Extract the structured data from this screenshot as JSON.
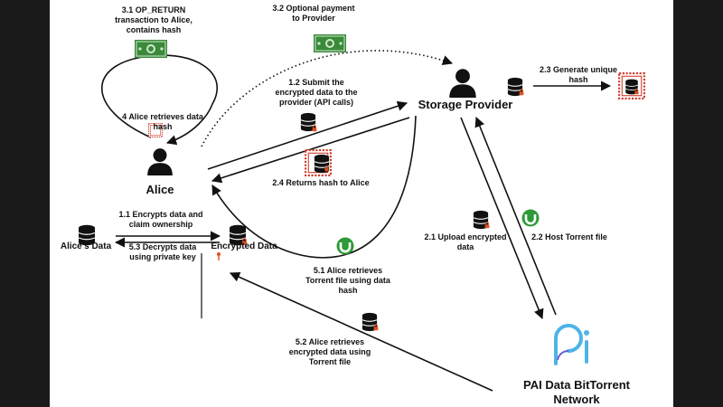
{
  "nodes": {
    "alice": "Alice",
    "storage_provider": "Storage Provider",
    "pai_network": "PAI Data BitTorrent\nNetwork",
    "alices_data": "Alice's Data",
    "encrypted_data": "Encrypted Data"
  },
  "steps": {
    "s3_1": "3.1 OP_RETURN\ntransaction to Alice,\ncontains hash",
    "s3_2": "3.2 Optional payment\nto Provider",
    "s1_2": "1.2 Submit the\nencrypted data to the\nprovider (API calls)",
    "s2_3": "2.3 Generate unique\nhash",
    "s4": "4 Alice retrieves data\nhash",
    "s2_4": "2.4 Returns hash to Alice",
    "s1_1": "1.1 Encrypts data and\nclaim ownership",
    "s5_3": "5.3 Decrypts data\nusing private key",
    "s2_1": "2.1 Upload encrypted\ndata",
    "s2_2": "2.2 Host Torrent file",
    "s5_1": "5.1 Alice retrieves\nTorrent file using data\nhash",
    "s5_2": "5.2 Alice retrieves\nencrypted data using\nTorrent file"
  },
  "colors": {
    "background": "#ffffff",
    "frame": "#1a1a1a",
    "arrow": "#111111",
    "hash_border": "#d13a2a",
    "money": "#3a8a3a",
    "torrent": "#2f9a3a",
    "lock": "#e05020",
    "logo": "#4fb3e8"
  },
  "icons": [
    "person-icon",
    "database-icon",
    "money-icon",
    "hash-stamp-icon",
    "utorrent-icon",
    "pai-logo-icon",
    "key-icon"
  ]
}
